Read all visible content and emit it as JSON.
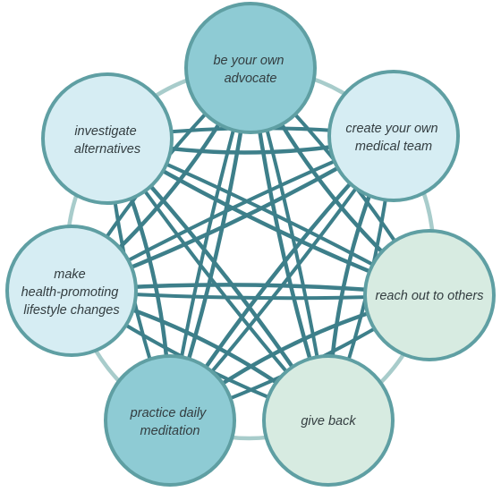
{
  "nodes": [
    {
      "id": "advocate",
      "lines": [
        "be your own",
        "advocate"
      ],
      "fill": "#8ecbd4"
    },
    {
      "id": "team",
      "lines": [
        "create your own",
        "medical team"
      ],
      "fill": "#d6edf3"
    },
    {
      "id": "reach",
      "lines": [
        "reach out to others"
      ],
      "fill": "#d7ebe1"
    },
    {
      "id": "giveback",
      "lines": [
        "give back"
      ],
      "fill": "#d7ebe1"
    },
    {
      "id": "meditation",
      "lines": [
        "practice daily",
        "meditation"
      ],
      "fill": "#8ecbd4"
    },
    {
      "id": "lifestyle",
      "lines": [
        "make",
        "health-promoting",
        "lifestyle changes"
      ],
      "fill": "#d6edf3"
    },
    {
      "id": "alternatives",
      "lines": [
        "investigate",
        "alternatives"
      ],
      "fill": "#d6edf3"
    }
  ],
  "colors": {
    "node_stroke": "#5f9fa3",
    "strong_link": "#3d7f8a",
    "light_link": "#a8cccb"
  },
  "connections": "all-to-all"
}
